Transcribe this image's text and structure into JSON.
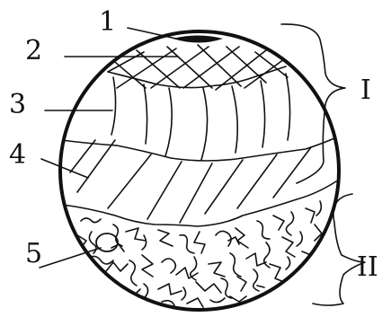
{
  "diagram": {
    "labels": [
      "1",
      "2",
      "3",
      "4",
      "5"
    ],
    "regions": [
      "I",
      "II"
    ]
  },
  "colors": {
    "ink": "#111111",
    "background": "#ffffff"
  }
}
